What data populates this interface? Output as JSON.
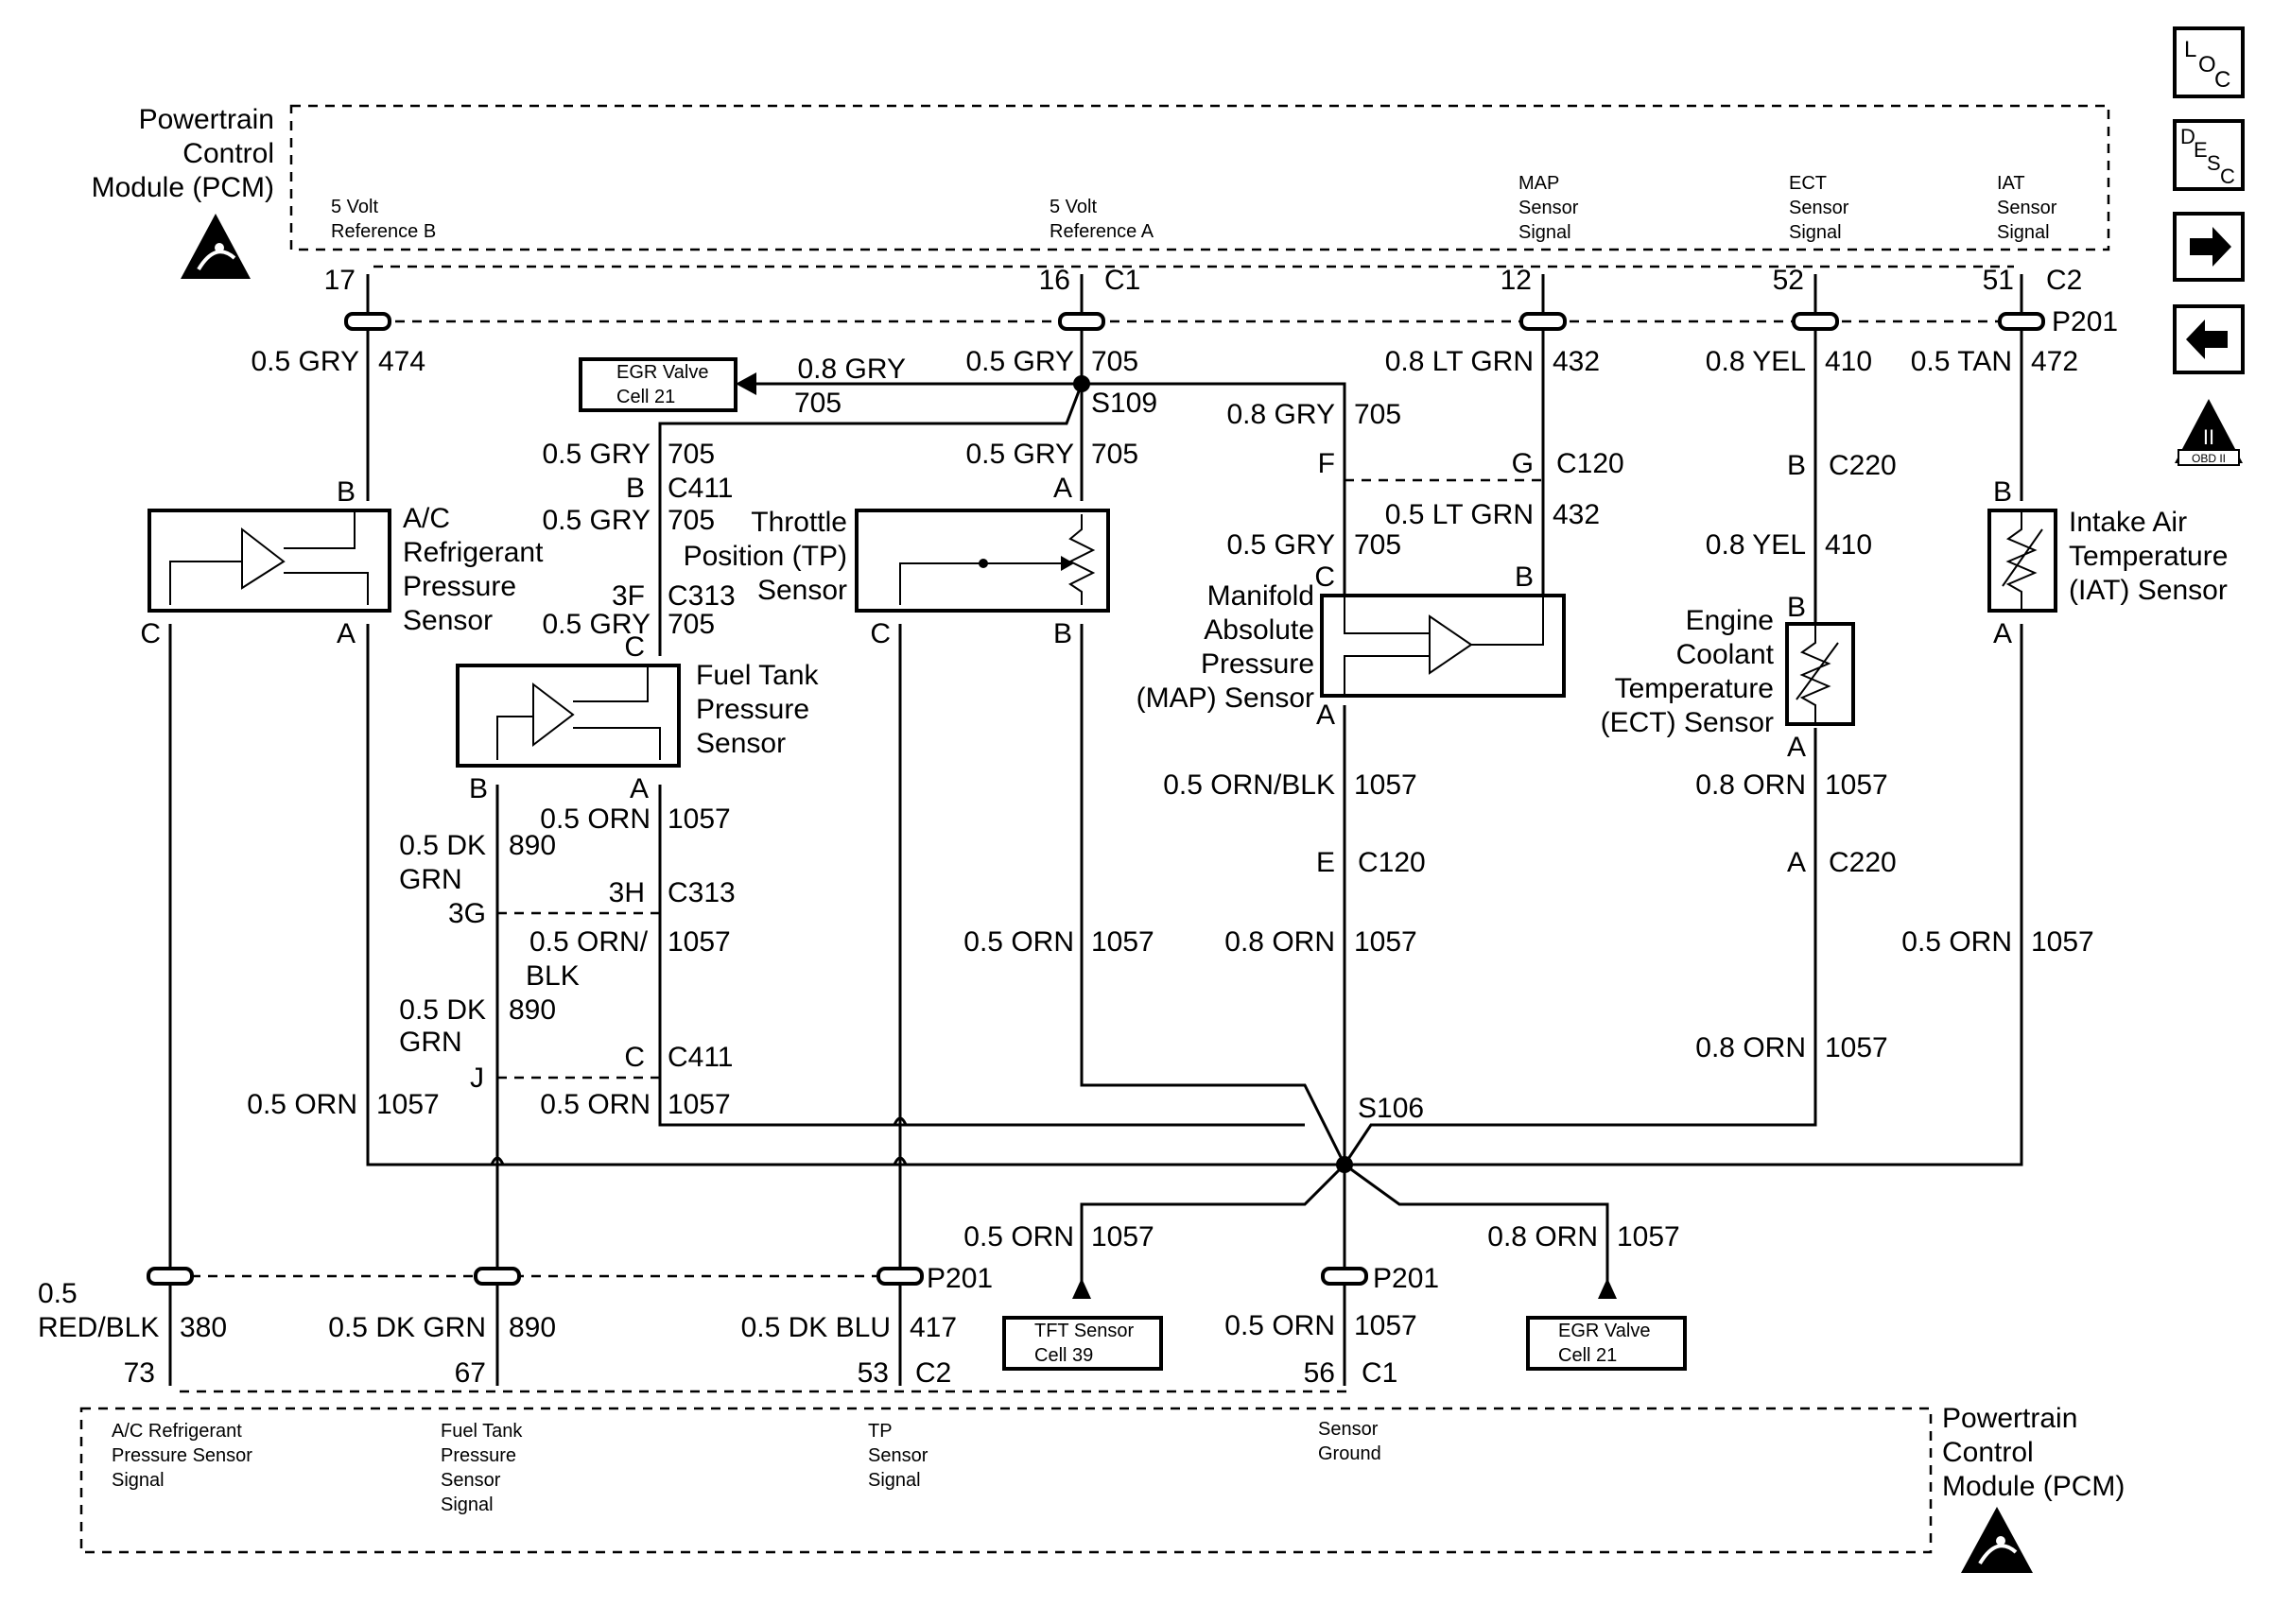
{
  "pcm_top": {
    "title": "Powertrain Control Module (PCM)",
    "title_lines": [
      "Powertrain",
      "Control",
      "Module (PCM)"
    ],
    "pins": [
      {
        "name": "5 Volt Reference B",
        "lines": [
          "5 Volt",
          "Reference B"
        ],
        "pin": "17",
        "connector": ""
      },
      {
        "name": "5 Volt Reference A",
        "lines": [
          "5 Volt",
          "Reference A"
        ],
        "pin": "16",
        "connector": "C1"
      },
      {
        "name": "MAP Sensor Signal",
        "lines": [
          "MAP",
          "Sensor",
          "Signal"
        ],
        "pin": "12",
        "connector": ""
      },
      {
        "name": "ECT Sensor Signal",
        "lines": [
          "ECT",
          "Sensor",
          "Signal"
        ],
        "pin": "52",
        "connector": ""
      },
      {
        "name": "IAT Sensor Signal",
        "lines": [
          "IAT",
          "Sensor",
          "Signal"
        ],
        "pin": "51",
        "connector": "C2"
      }
    ]
  },
  "pcm_bottom": {
    "title_lines": [
      "Powertrain",
      "Control",
      "Module (PCM)"
    ],
    "pins": [
      {
        "lines": [
          "A/C Refrigerant",
          "Pressure Sensor",
          "Signal"
        ],
        "pin": "73",
        "connector": ""
      },
      {
        "lines": [
          "Fuel Tank",
          "Pressure",
          "Sensor",
          "Signal"
        ],
        "pin": "67",
        "connector": ""
      },
      {
        "lines": [
          "TP",
          "Sensor",
          "Signal"
        ],
        "pin": "53",
        "connector": "C2"
      },
      {
        "lines": [
          "Sensor",
          "Ground"
        ],
        "pin": "56",
        "connector": "C1"
      }
    ]
  },
  "nav_icons": {
    "loc": {
      "chars": [
        "L",
        "O",
        "C"
      ]
    },
    "desc": {
      "chars": [
        "D",
        "E",
        "S",
        "C"
      ]
    },
    "obd": "OBD II",
    "obd_numeral": "II"
  },
  "connectors": {
    "p201": "P201",
    "c120": "C120",
    "c220": "C220",
    "c411": "C411",
    "c313": "C313",
    "s109": "S109",
    "s106": "S106"
  },
  "components": {
    "ac_sensor": [
      "A/C",
      "Refrigerant",
      "Pressure",
      "Sensor"
    ],
    "fuel_tank_sensor": [
      "Fuel Tank",
      "Pressure",
      "Sensor"
    ],
    "tp_sensor": [
      "Throttle",
      "Position (TP)",
      "Sensor"
    ],
    "map_sensor": [
      "Manifold",
      "Absolute",
      "Pressure",
      "(MAP) Sensor"
    ],
    "ect_sensor": [
      "Engine",
      "Coolant",
      "Temperature",
      "(ECT) Sensor"
    ],
    "iat_sensor": [
      "Intake Air",
      "Temperature",
      "(IAT) Sensor"
    ]
  },
  "references": {
    "egr_top": [
      "EGR Valve",
      "Cell 21"
    ],
    "tft": [
      "TFT Sensor",
      "Cell 39"
    ],
    "egr_bottom": [
      "EGR Valve",
      "Cell 21"
    ]
  },
  "wires": {
    "gry474": {
      "size": "0.5 GRY",
      "circuit": "474"
    },
    "gry705_a": {
      "size": "0.5 GRY",
      "circuit": "705"
    },
    "gry705_08": {
      "size": "0.8 GRY",
      "circuit": "705"
    },
    "ltgrn432_08": {
      "size": "0.8 LT GRN",
      "circuit": "432"
    },
    "ltgrn432_05": {
      "size": "0.5 LT GRN",
      "circuit": "432"
    },
    "yel410": {
      "size": "0.8 YEL",
      "circuit": "410"
    },
    "tan472": {
      "size": "0.5 TAN",
      "circuit": "472"
    },
    "orn1057_05": {
      "size": "0.5 ORN",
      "circuit": "1057"
    },
    "orn1057_08": {
      "size": "0.8 ORN",
      "circuit": "1057"
    },
    "ornblk1057": {
      "size": "0.5 ORN/BLK",
      "circuit": "1057"
    },
    "ornblk_split": [
      "0.5 ORN/",
      "BLK"
    ],
    "dkgrn890": {
      "size_lines": [
        "0.5 DK",
        "GRN"
      ],
      "circuit": "890"
    },
    "dkgrn890_bottom": {
      "size": "0.5 DK GRN",
      "circuit": "890"
    },
    "redblk380": {
      "size_lines": [
        "0.5",
        "RED/BLK"
      ],
      "circuit": "380"
    },
    "dkblu417": {
      "size": "0.5 DK BLU",
      "circuit": "417"
    }
  },
  "pins": {
    "A": "A",
    "B": "B",
    "C": "C",
    "E": "E",
    "F": "F",
    "G": "G",
    "J": "J",
    "3F": "3F",
    "3G": "3G",
    "3H": "3H"
  }
}
